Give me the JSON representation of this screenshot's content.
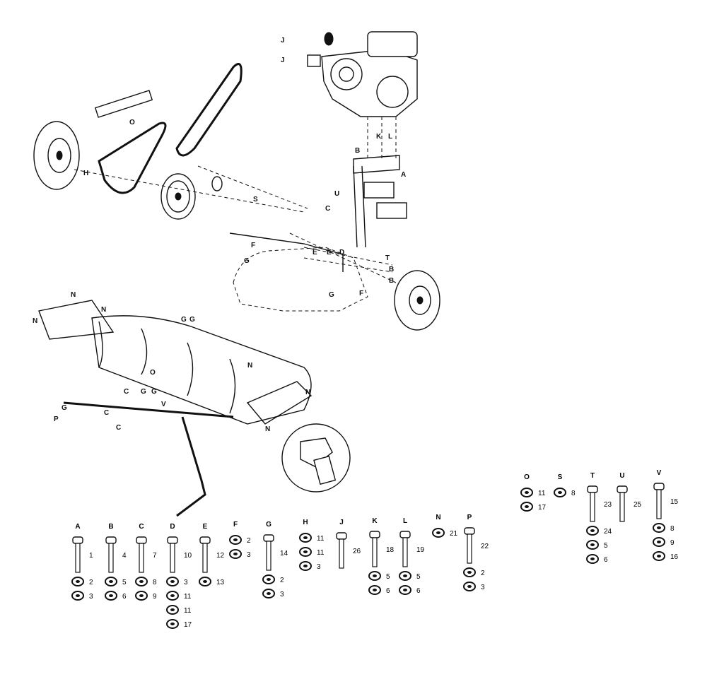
{
  "diagram": {
    "kind": "exploded parts diagram",
    "callouts": [
      "A",
      "B",
      "C",
      "D",
      "E",
      "F",
      "G",
      "H",
      "J",
      "K",
      "L",
      "N",
      "O",
      "P",
      "S",
      "T",
      "U",
      "V"
    ],
    "hardware": [
      {
        "letter": "A",
        "parts": [
          "1",
          "2",
          "3"
        ]
      },
      {
        "letter": "B",
        "parts": [
          "4",
          "5",
          "6"
        ]
      },
      {
        "letter": "C",
        "parts": [
          "7",
          "8",
          "9"
        ]
      },
      {
        "letter": "D",
        "parts": [
          "10",
          "3",
          "11",
          "11",
          "17"
        ]
      },
      {
        "letter": "E",
        "parts": [
          "12",
          "13"
        ]
      },
      {
        "letter": "F",
        "parts": [
          "2",
          "3"
        ]
      },
      {
        "letter": "G",
        "parts": [
          "14",
          "2",
          "3"
        ]
      },
      {
        "letter": "H",
        "parts": [
          "11",
          "11",
          "3"
        ]
      },
      {
        "letter": "J",
        "parts": [
          "26"
        ]
      },
      {
        "letter": "K",
        "parts": [
          "18",
          "5",
          "6"
        ]
      },
      {
        "letter": "L",
        "parts": [
          "19",
          "5",
          "6"
        ]
      },
      {
        "letter": "N",
        "parts": [
          "21"
        ]
      },
      {
        "letter": "P",
        "parts": [
          "22",
          "2",
          "3"
        ]
      },
      {
        "letter": "O",
        "parts": [
          "11",
          "17"
        ]
      },
      {
        "letter": "S",
        "parts": [
          "8"
        ]
      },
      {
        "letter": "T",
        "parts": [
          "23",
          "24",
          "5",
          "6"
        ]
      },
      {
        "letter": "U",
        "parts": [
          "25"
        ]
      },
      {
        "letter": "V",
        "parts": [
          "15",
          "8",
          "9",
          "16"
        ]
      }
    ]
  }
}
